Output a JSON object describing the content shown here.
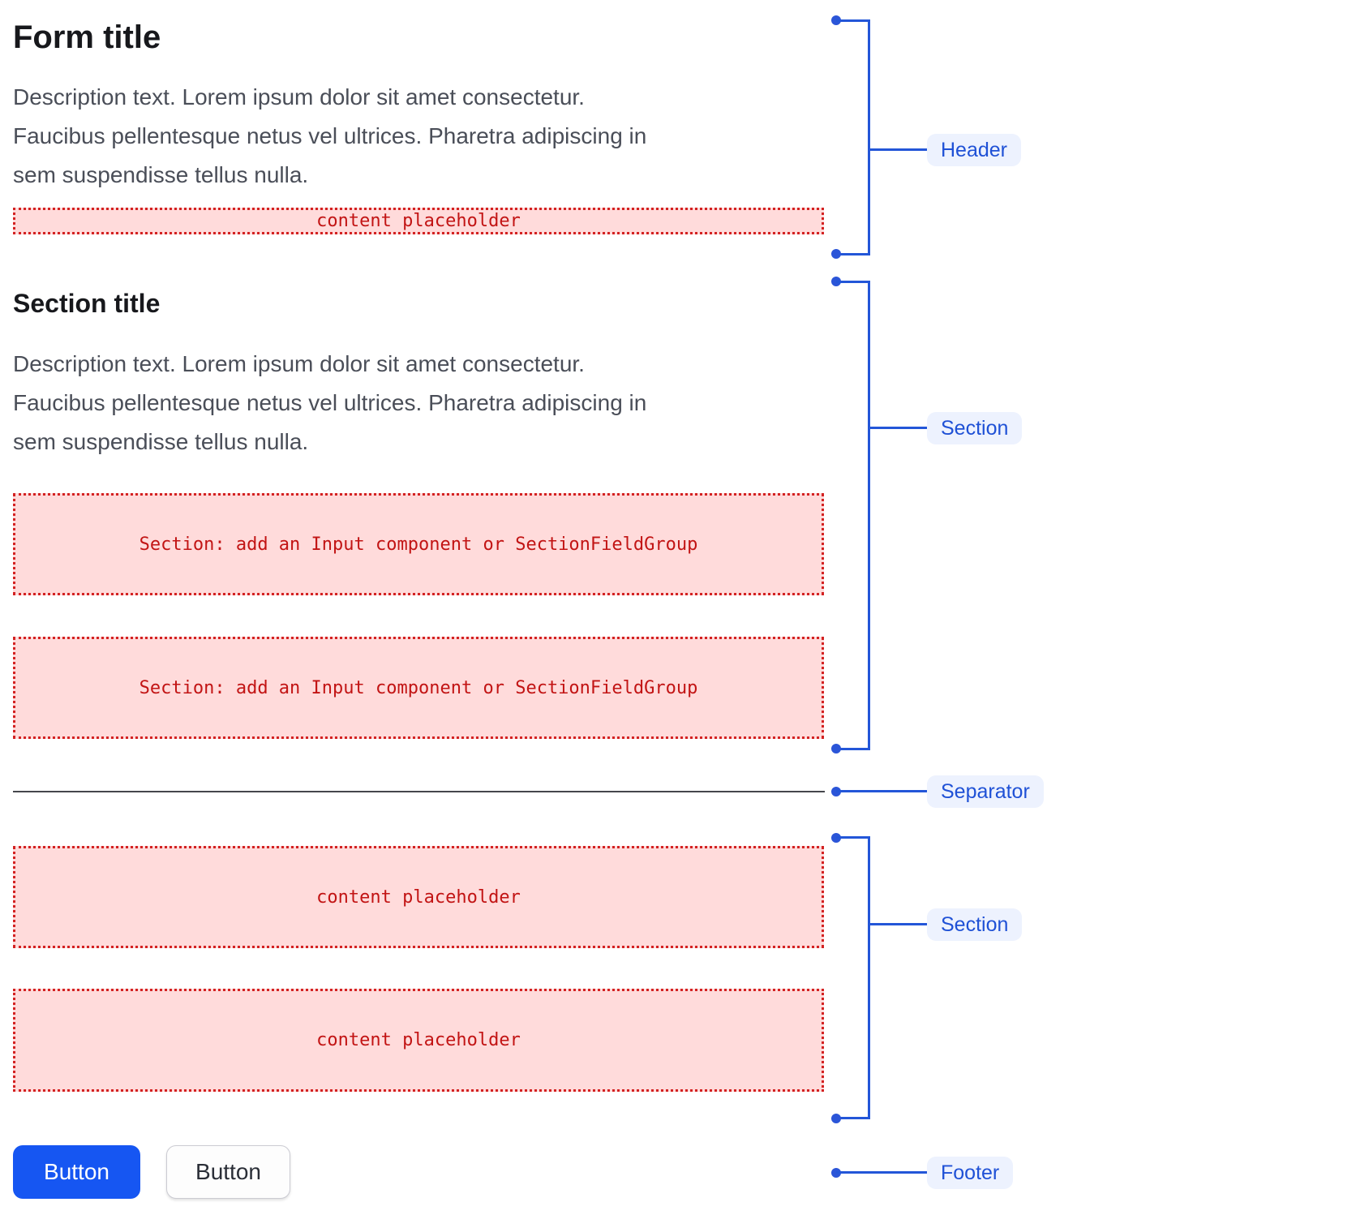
{
  "form": {
    "title": "Form title",
    "description_lines": [
      "Description text. Lorem ipsum dolor sit amet consectetur.",
      "Faucibus pellentesque netus vel ultrices. Pharetra adipiscing in",
      "sem suspendisse tellus nulla."
    ],
    "header_placeholder": "content placeholder"
  },
  "section1": {
    "title": "Section title",
    "description_lines": [
      "Description text. Lorem ipsum dolor sit amet consectetur.",
      "Faucibus pellentesque netus vel ultrices. Pharetra adipiscing in",
      "sem suspendisse tellus nulla."
    ],
    "placeholders": [
      "Section: add an Input component or SectionFieldGroup",
      "Section: add an Input component or SectionFieldGroup"
    ]
  },
  "section2": {
    "placeholders": [
      "content placeholder",
      "content placeholder"
    ]
  },
  "footer": {
    "primary_button": "Button",
    "secondary_button": "Button"
  },
  "annotations": {
    "header": "Header",
    "section1": "Section",
    "separator": "Separator",
    "section2": "Section",
    "footer": "Footer"
  },
  "colors": {
    "accent_blue": "#2356d8",
    "annotation_label_bg": "#edf2fe",
    "annotation_text": "#1f51d6",
    "placeholder_bg": "#ffdbdb",
    "placeholder_border": "#d32222",
    "placeholder_text": "#c21414",
    "primary_button_bg": "#1656f2",
    "separator_line": "#45474c"
  }
}
